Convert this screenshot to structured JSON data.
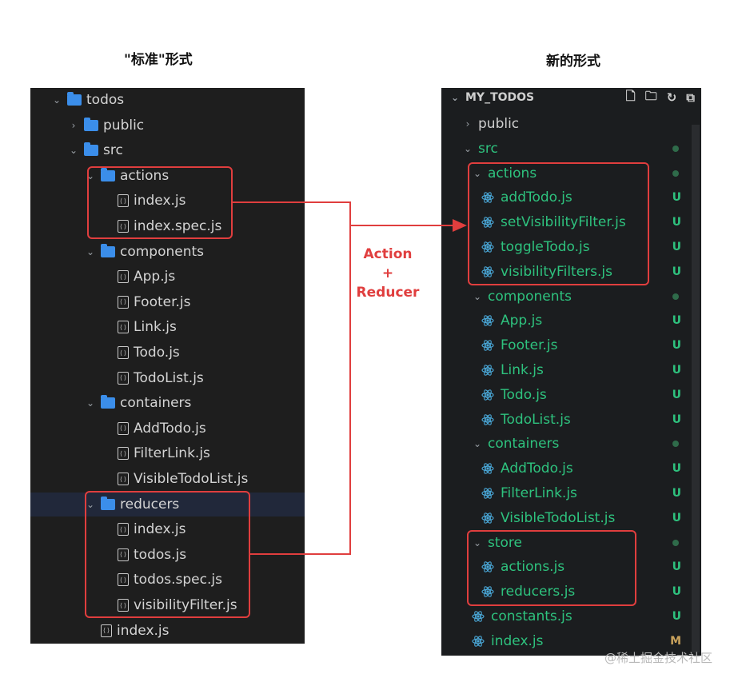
{
  "captions": {
    "left": "\"标准\"形式",
    "right": "新的形式"
  },
  "left_tree": [
    {
      "label": "todos",
      "type": "folder",
      "open": true,
      "depth": 1
    },
    {
      "label": "public",
      "type": "folder",
      "open": false,
      "depth": 2
    },
    {
      "label": "src",
      "type": "folder",
      "open": true,
      "depth": 2
    },
    {
      "label": "actions",
      "type": "folder",
      "open": true,
      "depth": 3
    },
    {
      "label": "index.js",
      "type": "file",
      "depth": 4
    },
    {
      "label": "index.spec.js",
      "type": "file",
      "depth": 4
    },
    {
      "label": "components",
      "type": "folder",
      "open": true,
      "depth": 3
    },
    {
      "label": "App.js",
      "type": "file",
      "depth": 4
    },
    {
      "label": "Footer.js",
      "type": "file",
      "depth": 4
    },
    {
      "label": "Link.js",
      "type": "file",
      "depth": 4
    },
    {
      "label": "Todo.js",
      "type": "file",
      "depth": 4
    },
    {
      "label": "TodoList.js",
      "type": "file",
      "depth": 4
    },
    {
      "label": "containers",
      "type": "folder",
      "open": true,
      "depth": 3
    },
    {
      "label": "AddTodo.js",
      "type": "file",
      "depth": 4
    },
    {
      "label": "FilterLink.js",
      "type": "file",
      "depth": 4
    },
    {
      "label": "VisibleTodoList.js",
      "type": "file",
      "depth": 4
    },
    {
      "label": "reducers",
      "type": "folder",
      "open": true,
      "depth": 3,
      "selected": true
    },
    {
      "label": "index.js",
      "type": "file",
      "depth": 4
    },
    {
      "label": "todos.js",
      "type": "file",
      "depth": 4
    },
    {
      "label": "todos.spec.js",
      "type": "file",
      "depth": 4
    },
    {
      "label": "visibilityFilter.js",
      "type": "file",
      "depth": 4
    },
    {
      "label": "index.js",
      "type": "file",
      "depth": 3
    }
  ],
  "right_tree": {
    "header": "MY_TODOS",
    "items": [
      {
        "label": "public",
        "type": "folder",
        "open": false,
        "depth": 1,
        "status": ""
      },
      {
        "label": "src",
        "type": "folder",
        "open": true,
        "depth": 1,
        "status": "dot"
      },
      {
        "label": "actions",
        "type": "folder",
        "open": true,
        "depth": 2,
        "status": "dot"
      },
      {
        "label": "addTodo.js",
        "type": "file",
        "depth": 3,
        "status": "U"
      },
      {
        "label": "setVisibilityFilter.js",
        "type": "file",
        "depth": 3,
        "status": "U"
      },
      {
        "label": "toggleTodo.js",
        "type": "file",
        "depth": 3,
        "status": "U"
      },
      {
        "label": "visibilityFilters.js",
        "type": "file",
        "depth": 3,
        "status": "U"
      },
      {
        "label": "components",
        "type": "folder",
        "open": true,
        "depth": 2,
        "status": "dot"
      },
      {
        "label": "App.js",
        "type": "file",
        "depth": 3,
        "status": "U"
      },
      {
        "label": "Footer.js",
        "type": "file",
        "depth": 3,
        "status": "U"
      },
      {
        "label": "Link.js",
        "type": "file",
        "depth": 3,
        "status": "U"
      },
      {
        "label": "Todo.js",
        "type": "file",
        "depth": 3,
        "status": "U"
      },
      {
        "label": "TodoList.js",
        "type": "file",
        "depth": 3,
        "status": "U"
      },
      {
        "label": "containers",
        "type": "folder",
        "open": true,
        "depth": 2,
        "status": "dot"
      },
      {
        "label": "AddTodo.js",
        "type": "file",
        "depth": 3,
        "status": "U"
      },
      {
        "label": "FilterLink.js",
        "type": "file",
        "depth": 3,
        "status": "U"
      },
      {
        "label": "VisibleTodoList.js",
        "type": "file",
        "depth": 3,
        "status": "U"
      },
      {
        "label": "store",
        "type": "folder",
        "open": true,
        "depth": 2,
        "status": "dot"
      },
      {
        "label": "actions.js",
        "type": "file",
        "depth": 3,
        "status": "U"
      },
      {
        "label": "reducers.js",
        "type": "file",
        "depth": 3,
        "status": "U"
      },
      {
        "label": "constants.js",
        "type": "file",
        "depth": 2,
        "status": "U"
      },
      {
        "label": "index.js",
        "type": "file",
        "depth": 2,
        "status": "M"
      }
    ]
  },
  "arrow_label": {
    "line1": "Action",
    "line2": "+",
    "line3": "Reducer"
  },
  "watermark": "@稀土掘金技术社区",
  "colors": {
    "highlight": "#e03e3e",
    "file_green": "#2ec27e",
    "folder_blue": "#3b8eea"
  }
}
